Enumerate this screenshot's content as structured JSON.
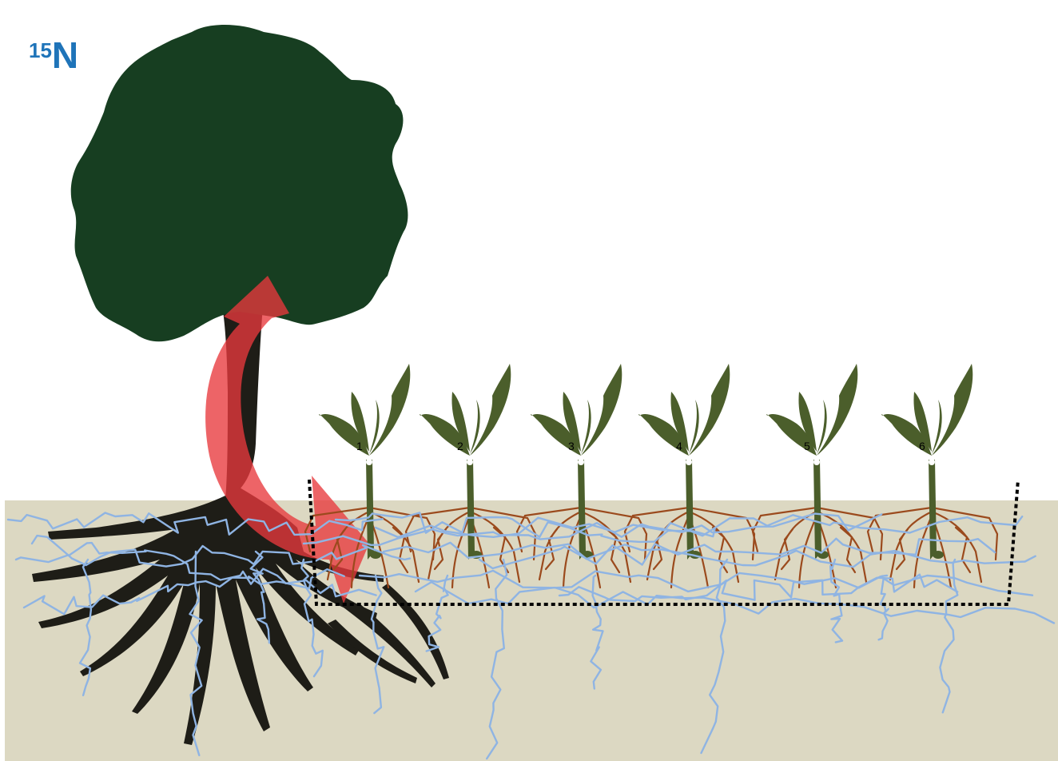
{
  "isotope": {
    "mass": "15",
    "symbol": "N"
  },
  "plants": [
    {
      "label": "1"
    },
    {
      "label": "2"
    },
    {
      "label": "3"
    },
    {
      "label": "4"
    },
    {
      "label": "5"
    },
    {
      "label": "6"
    }
  ],
  "colors": {
    "soil": "#dcd8c2",
    "tree_canopy": "#173e21",
    "tree_trunk": "#1e1d17",
    "plant": "#4b5e2b",
    "plant_roots": "#9b4a1d",
    "mycorrhizal_network": "#8fb4e3",
    "arrow": "#e8383c",
    "isotope_label": "#1f74b9",
    "boundary": "#000000"
  }
}
